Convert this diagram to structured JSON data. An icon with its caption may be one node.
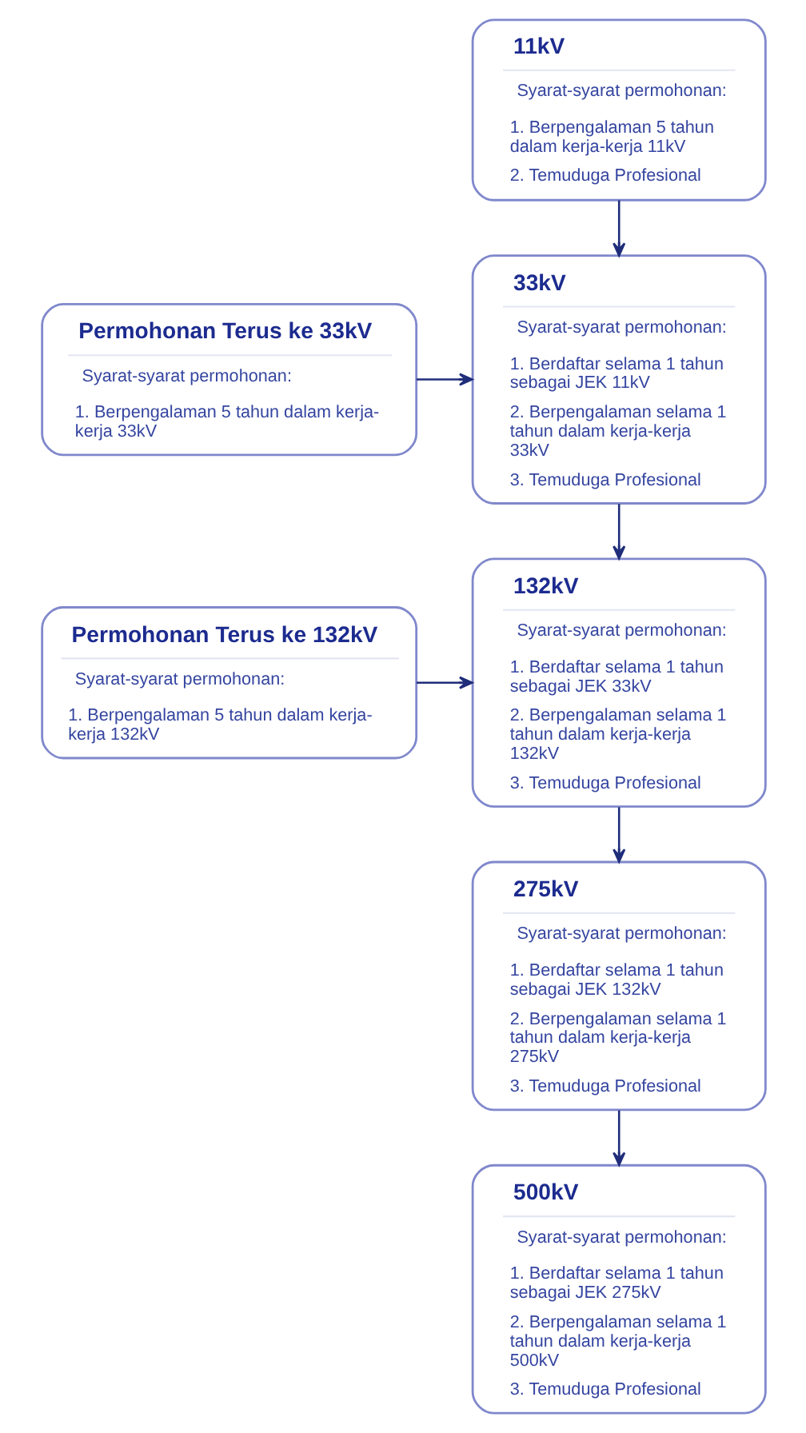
{
  "diagram": {
    "nodes": [
      {
        "text": [
          "11kV",
          "Syarat-syarat permohonan:",
          "1. Berpengalaman 5 tahun dalam kerja-kerja 11kV",
          "2. Temuduga Profesional"
        ]
      },
      {
        "text": [
          "Permohonan Terus ke 33kV",
          "Syarat-syarat permohonan:",
          "1. Berpengalaman 5 tahun dalam kerja-kerja 33kV"
        ]
      },
      {
        "text": [
          "33kV",
          "Syarat-syarat permohonan:",
          "1. Berdaftar selama 1 tahun sebagai JEK 11kV",
          "2. Berpengalaman selama 1 tahun dalam kerja-kerja 33kV",
          "3. Temuduga Profesional"
        ]
      },
      {
        "text": [
          "Permohonan Terus ke 132kV",
          "Syarat-syarat permohonan:",
          "1. Berpengalaman 5 tahun dalam kerja-kerja 132kV"
        ]
      },
      {
        "text": [
          "132kV",
          "Syarat-syarat permohonan:",
          "1. Berdaftar selama 1 tahun sebagai JEK 33kV",
          "2. Berpengalaman selama 1 tahun dalam kerja-kerja 132kV",
          "3. Temuduga Profesional"
        ]
      },
      {
        "text": [
          "275kV",
          "Syarat-syarat permohonan:",
          "1. Berdaftar selama 1 tahun sebagai JEK 132kV",
          "2. Berpengalaman selama 1 tahun dalam kerja-kerja 275kV",
          "3. Temuduga Profesional"
        ]
      },
      {
        "text": [
          "500kV",
          "Syarat-syarat permohonan:",
          "1. Berdaftar selama 1 tahun sebagai JEK 275kV",
          "2. Berpengalaman selama 1 tahun dalam kerja-kerja 500kV",
          "3. Temuduga Profesional"
        ]
      }
    ],
    "edges": [
      {
        "from": 0,
        "to": 2,
        "arrow": "to"
      },
      {
        "from": 1,
        "to": 2,
        "arrow": "to"
      },
      {
        "from": 2,
        "to": 4,
        "arrow": "to"
      },
      {
        "from": 3,
        "to": 4,
        "arrow": "to"
      },
      {
        "from": 4,
        "to": 5,
        "arrow": "to"
      },
      {
        "from": 5,
        "to": 6,
        "arrow": "to"
      }
    ]
  }
}
